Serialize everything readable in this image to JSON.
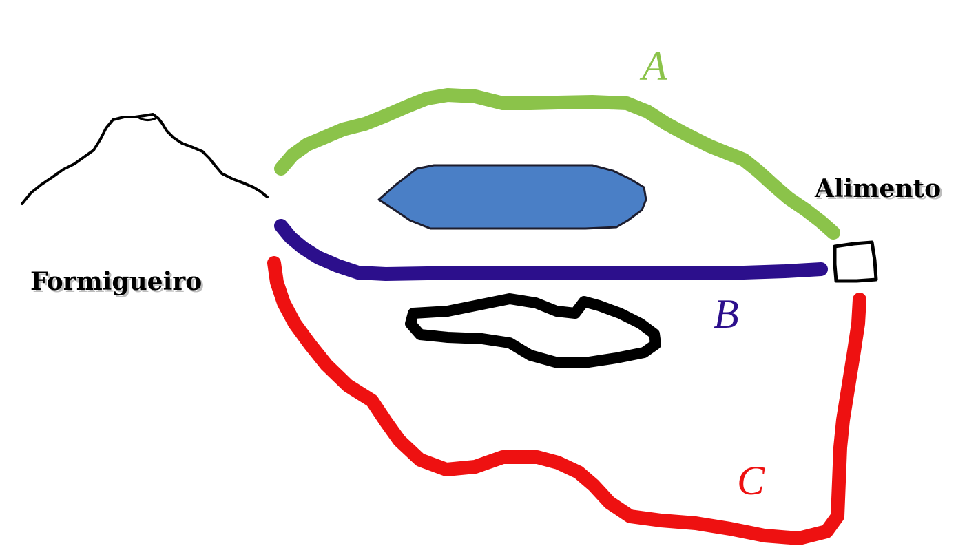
{
  "diagram": {
    "nodes": {
      "nest": {
        "label": "Formigueiro",
        "icon": "anthill-icon"
      },
      "food": {
        "label": "Alimento",
        "icon": "food-box-icon"
      }
    },
    "paths": [
      {
        "id": "A",
        "label": "A",
        "color": "#8bc34a"
      },
      {
        "id": "B",
        "label": "B",
        "color": "#2c0f8c"
      },
      {
        "id": "C",
        "label": "C",
        "color": "#ee1111"
      }
    ],
    "obstacles": [
      {
        "id": "lake",
        "icon": "lake-icon",
        "fill": "#4a7fc6",
        "stroke": "#1d1d2e"
      },
      {
        "id": "rock",
        "icon": "rock-outline-icon",
        "stroke": "#000000"
      }
    ]
  }
}
